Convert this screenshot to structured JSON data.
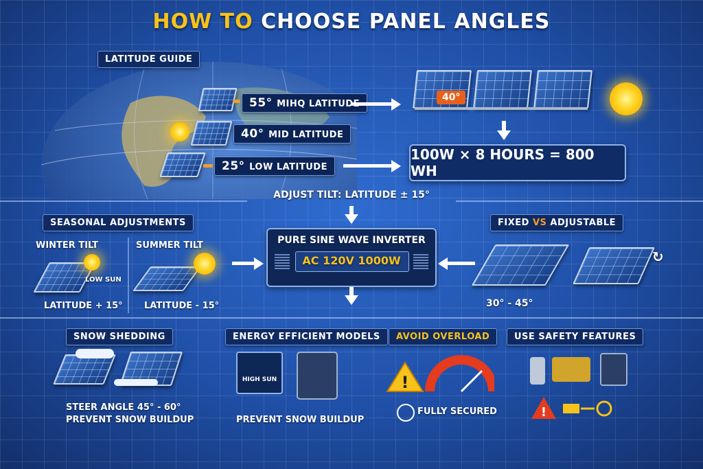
{
  "title": {
    "part1": "HOW TO",
    "part2": "CHOOSE PANEL ANGLES"
  },
  "latitude_guide": {
    "heading": "LATITUDE GUIDE",
    "rows": [
      {
        "angle": "55°",
        "label": "MIHQ LATITUDE"
      },
      {
        "angle": "40°",
        "label": "MID LATITUDE"
      },
      {
        "angle": "25°",
        "label": "LOW LATITUDE"
      }
    ]
  },
  "panel_array": {
    "angle_badge": "40°"
  },
  "energy_formula": "100W × 8 HOURS = 800 WH",
  "adjust_tilt": "ADJUST TILT: LATITUDE ± 15°",
  "seasonal": {
    "heading": "SEASONAL ADJUSTMENTS",
    "winter": {
      "title": "WINTER TILT",
      "sun_note": "LOW SUN",
      "formula": "LATITUDE + 15°"
    },
    "summer": {
      "title": "SUMMER TILT",
      "formula": "LATITUDE - 15°"
    }
  },
  "inverter": {
    "title": "PURE SINE WAVE INVERTER",
    "spec": "AC 120V 1000W",
    "spec_accent": "#f7c21b"
  },
  "fixed_vs": {
    "heading_a": "FIXED",
    "heading_vs": "VS",
    "heading_b": "ADJUSTABLE",
    "range": "30° - 45°"
  },
  "snow": {
    "heading": "SNOW SHEDDING",
    "line1": "STEER ANGLE 45° - 60°",
    "line2": "PREVENT SNOW BUILDUP"
  },
  "efficient": {
    "heading": "ENERGY EFFICIENT MODELS",
    "device_label": "HIGH SUN",
    "caption": "PREVENT SNOW BUILDUP"
  },
  "overload": {
    "heading": "AVOID OVERLOAD",
    "caption": "FULLY SECURED",
    "accent": "#f7c21b"
  },
  "safety": {
    "heading": "USE SAFETY FEATURES"
  },
  "icons": [
    "globe-icon",
    "sun-icon",
    "solar-panel-icon",
    "inverter-icon",
    "warning-icon",
    "gauge-icon",
    "fan-icon",
    "coffee-maker-icon",
    "battery-icon",
    "drill-icon",
    "plug-icon"
  ],
  "colors": {
    "background": "#1f4fa6",
    "title_accent": "#f7c21b",
    "tag_bg": "#0f2a63",
    "warning": "#e53b1e",
    "orange": "#f39c2a"
  }
}
